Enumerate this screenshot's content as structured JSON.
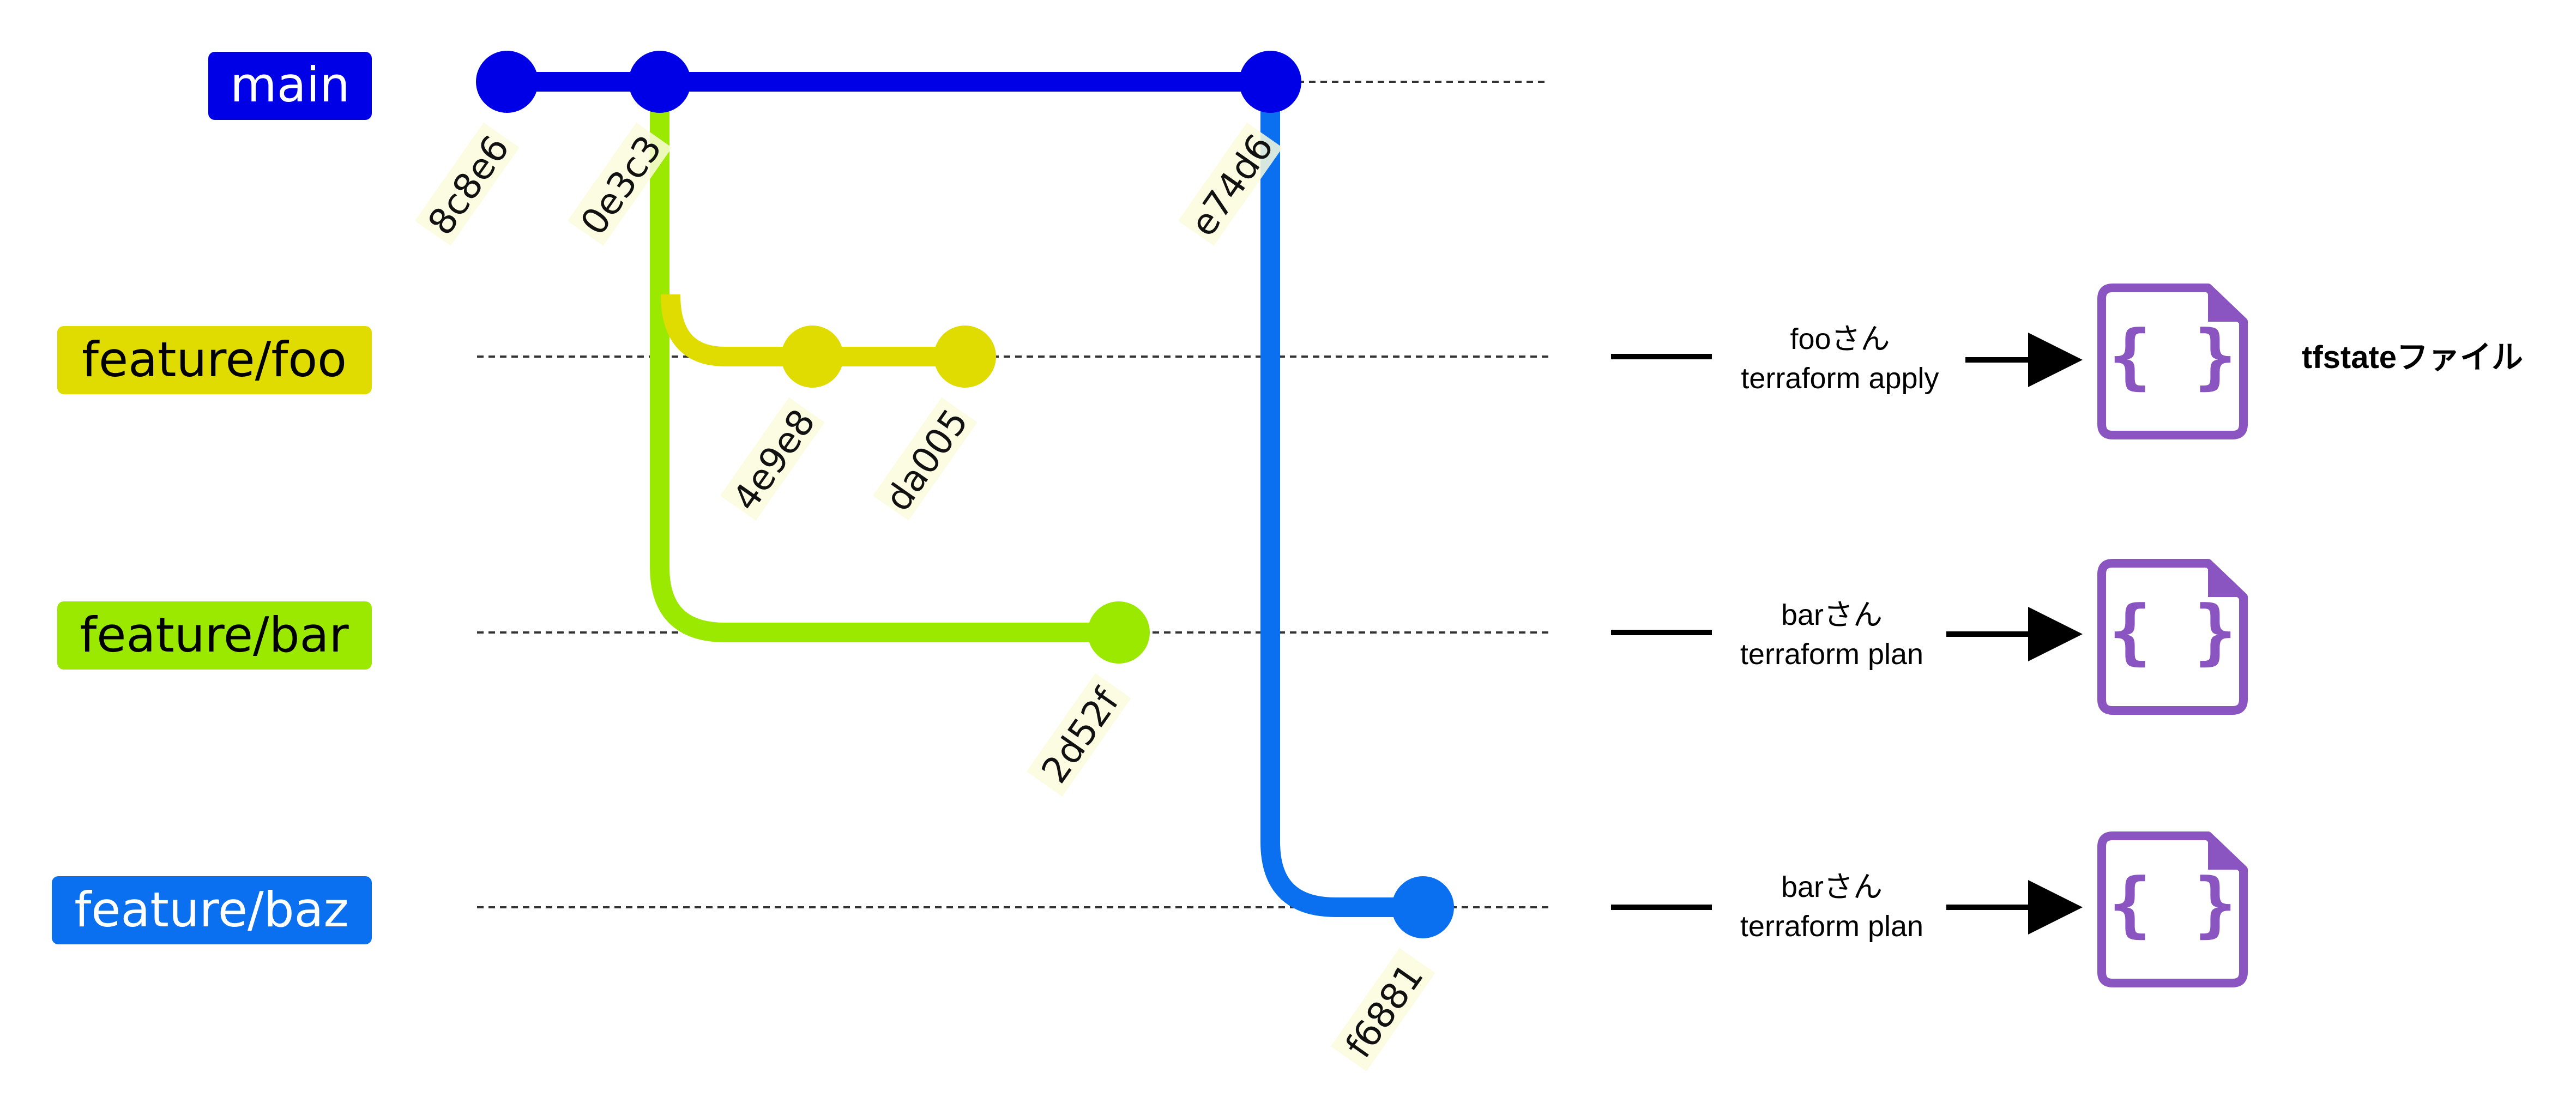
{
  "colors": {
    "main": "#0000e6",
    "foo": "#e0db00",
    "bar": "#9be800",
    "baz": "#0a70f0",
    "file_icon": "#8a55c0",
    "commit_label_bg": "#fafbdc"
  },
  "branches": {
    "main": {
      "label": "main"
    },
    "foo": {
      "label": "feature/foo"
    },
    "bar": {
      "label": "feature/bar"
    },
    "baz": {
      "label": "feature/baz"
    }
  },
  "commits": {
    "c_8c8e6": "8c8e6",
    "c_0e3c3": "0e3c3",
    "c_e74d6": "e74d6",
    "c_4e9e8": "4e9e8",
    "c_da005": "da005",
    "c_2d52f": "2d52f",
    "c_f6881": "f6881"
  },
  "actions": {
    "foo": {
      "line1": "fooさん",
      "line2": "terraform apply"
    },
    "bar": {
      "line1": "barさん",
      "line2": "terraform plan"
    },
    "baz": {
      "line1": "barさん",
      "line2": "terraform plan"
    }
  },
  "legend": {
    "label": "tfstateファイル"
  },
  "icons": {
    "file": "json-file-icon"
  }
}
